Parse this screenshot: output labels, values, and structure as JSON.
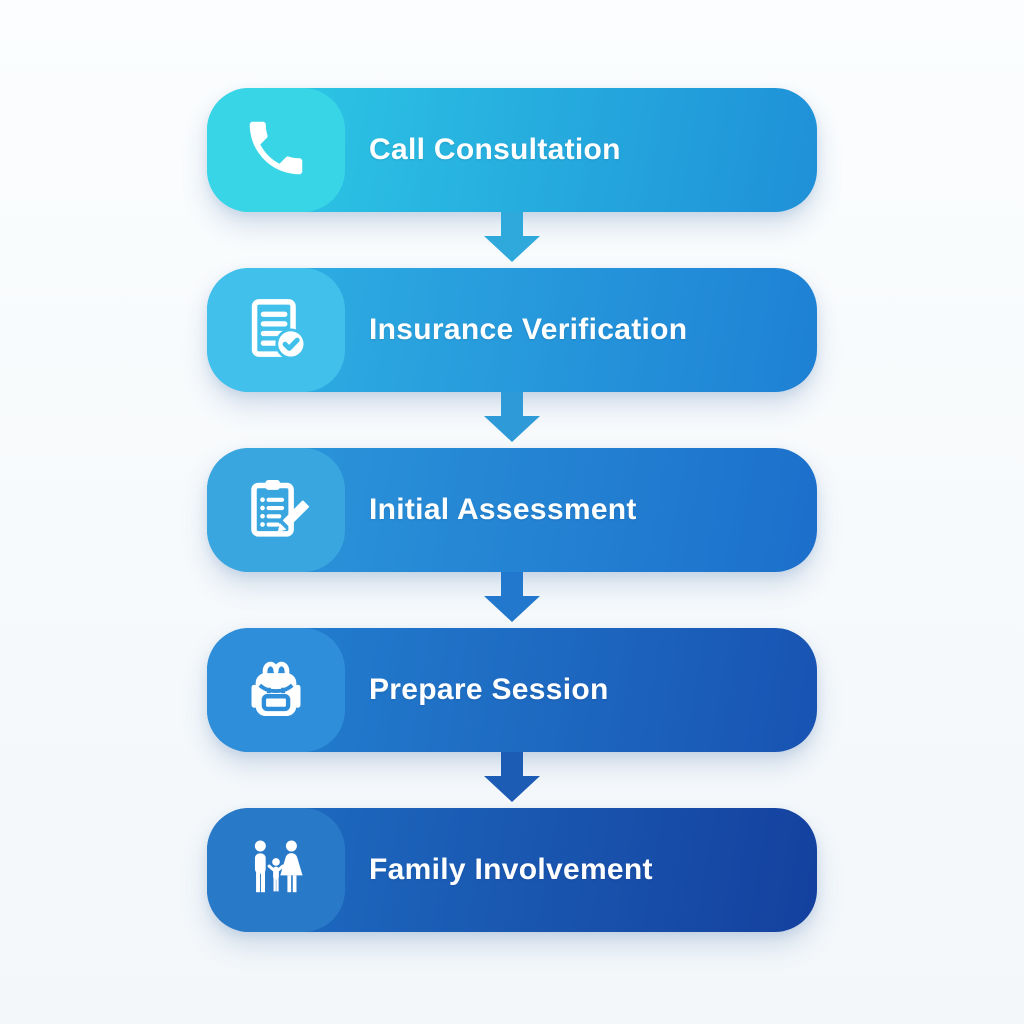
{
  "flow": {
    "steps": [
      {
        "label": "Call Consultation",
        "icon": "phone-icon",
        "colors": {
          "bar_start": "#2ECDE6",
          "bar_end": "#1F90D8",
          "tile": "#38D5E7",
          "arrow_below": "#2FA9DC"
        }
      },
      {
        "label": "Insurance Verification",
        "icon": "document-check-icon",
        "colors": {
          "bar_start": "#30B4E4",
          "bar_end": "#1E80D4",
          "tile": "#40C0EA",
          "arrow_below": "#2E9AD8"
        }
      },
      {
        "label": "Initial Assessment",
        "icon": "clipboard-pencil-icon",
        "colors": {
          "bar_start": "#2D9ADC",
          "bar_end": "#1C6FCB",
          "tile": "#39A6E0",
          "arrow_below": "#2178CC"
        }
      },
      {
        "label": "Prepare Session",
        "icon": "backpack-icon",
        "colors": {
          "bar_start": "#2484D3",
          "bar_end": "#1853B2",
          "tile": "#2F8ED9",
          "arrow_below": "#1C5CB4"
        }
      },
      {
        "label": "Family Involvement",
        "icon": "family-icon",
        "colors": {
          "bar_start": "#1F70C5",
          "bar_end": "#14409E",
          "tile": "#2979C9",
          "arrow_below": null
        }
      }
    ]
  },
  "background": "#F5F8FB",
  "text_color": "#FFFFFF"
}
